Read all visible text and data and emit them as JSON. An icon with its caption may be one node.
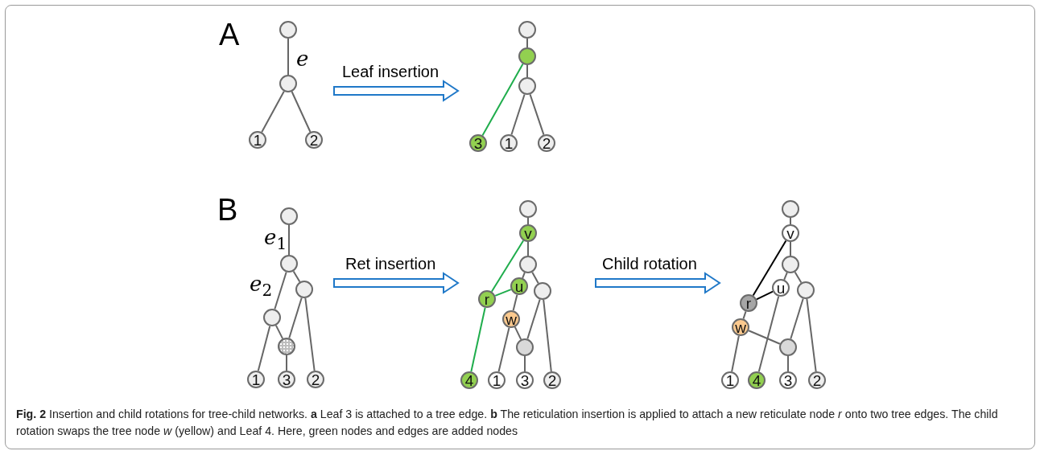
{
  "diagram": {
    "caption": "**Fig. 2** Insertion and child rotations for tree-child networks. **a** Leaf 3 is attached to a tree edge. **b** The reticulation insertion is applied to attach a new reticulate node *r* onto two tree edges. The child rotation swaps the tree node *w* (yellow) and Leaf 4. Here, green nodes and edges are added nodes",
    "nodes": [
      {
        "text": [],
        "shape": "circle"
      },
      {
        "text": [],
        "shape": "circle"
      },
      {
        "text": [
          "1"
        ]
      },
      {
        "text": [
          "2"
        ]
      },
      {
        "text": [],
        "shape": "circle"
      },
      {
        "text": [],
        "shape": "circle"
      },
      {
        "text": [],
        "shape": "circle"
      },
      {
        "text": [
          "3"
        ]
      },
      {
        "text": [
          "1"
        ]
      },
      {
        "text": [
          "2"
        ]
      },
      {
        "text": [],
        "shape": "circle"
      },
      {
        "text": [],
        "shape": "circle"
      },
      {
        "text": [],
        "shape": "circle"
      },
      {
        "text": [],
        "shape": "circle"
      },
      {
        "text": [],
        "shape": "circle"
      },
      {
        "text": [
          "1"
        ]
      },
      {
        "text": [
          "3"
        ]
      },
      {
        "text": [
          "2"
        ]
      },
      {
        "text": [],
        "shape": "circle"
      },
      {
        "text": [
          "v"
        ]
      },
      {
        "text": [],
        "shape": "circle"
      },
      {
        "text": [
          "u"
        ]
      },
      {
        "text": [],
        "shape": "circle"
      },
      {
        "text": [
          "r"
        ]
      },
      {
        "text": [
          "w"
        ]
      },
      {
        "text": [],
        "shape": "circle"
      },
      {
        "text": [
          "4"
        ]
      },
      {
        "text": [
          "1"
        ]
      },
      {
        "text": [
          "3"
        ]
      },
      {
        "text": [
          "2"
        ]
      },
      {
        "text": [],
        "shape": "circle"
      },
      {
        "text": [
          "v"
        ]
      },
      {
        "text": [],
        "shape": "circle"
      },
      {
        "text": [
          "u"
        ]
      },
      {
        "text": [],
        "shape": "circle"
      },
      {
        "text": [
          "r"
        ]
      },
      {
        "text": [
          "w"
        ]
      },
      {
        "text": [],
        "shape": "circle"
      },
      {
        "text": [
          "1"
        ]
      },
      {
        "text": [
          "4"
        ]
      },
      {
        "text": [
          "3"
        ]
      },
      {
        "text": [
          "2"
        ]
      }
    ],
    "edges": [
      {
        "from": 0,
        "to": 1,
        "arrow": "none",
        "label": "e"
      },
      {
        "from": 1,
        "to": 2,
        "arrow": "none"
      },
      {
        "from": 1,
        "to": 3,
        "arrow": "none"
      },
      {
        "from": 4,
        "to": 5,
        "arrow": "none"
      },
      {
        "from": 5,
        "to": 6,
        "arrow": "none"
      },
      {
        "from": 6,
        "to": 8,
        "arrow": "none"
      },
      {
        "from": 6,
        "to": 9,
        "arrow": "none"
      },
      {
        "from": 5,
        "to": 7,
        "arrow": "none",
        "color": "#1fad4c"
      },
      {
        "from": 10,
        "to": 11,
        "arrow": "none",
        "label": "e$_{1}$"
      },
      {
        "from": 11,
        "to": 13,
        "arrow": "none",
        "label": "e$_{2}$"
      },
      {
        "from": 11,
        "to": 12,
        "arrow": "none"
      },
      {
        "from": 13,
        "to": 15,
        "arrow": "none"
      },
      {
        "from": 13,
        "to": 14,
        "arrow": "none"
      },
      {
        "from": 12,
        "to": 14,
        "arrow": "none"
      },
      {
        "from": 14,
        "to": 16,
        "arrow": "none"
      },
      {
        "from": 12,
        "to": 17,
        "arrow": "none"
      },
      {
        "from": 18,
        "to": 19,
        "arrow": "none"
      },
      {
        "from": 19,
        "to": 20,
        "arrow": "none"
      },
      {
        "from": 20,
        "to": 21,
        "arrow": "none"
      },
      {
        "from": 20,
        "to": 22,
        "arrow": "none"
      },
      {
        "from": 19,
        "to": 23,
        "arrow": "none",
        "color": "#1fad4c"
      },
      {
        "from": 21,
        "to": 23,
        "arrow": "none",
        "color": "#1fad4c"
      },
      {
        "from": 23,
        "to": 26,
        "arrow": "none",
        "color": "#1fad4c"
      },
      {
        "from": 21,
        "to": 24,
        "arrow": "none"
      },
      {
        "from": 24,
        "to": 27,
        "arrow": "none"
      },
      {
        "from": 24,
        "to": 25,
        "arrow": "none"
      },
      {
        "from": 22,
        "to": 25,
        "arrow": "none"
      },
      {
        "from": 25,
        "to": 28,
        "arrow": "none"
      },
      {
        "from": 22,
        "to": 29,
        "arrow": "none"
      },
      {
        "from": 30,
        "to": 31,
        "arrow": "none"
      },
      {
        "from": 31,
        "to": 32,
        "arrow": "none"
      },
      {
        "from": 32,
        "to": 33,
        "arrow": "none"
      },
      {
        "from": 32,
        "to": 34,
        "arrow": "none"
      },
      {
        "from": 31,
        "to": 35,
        "arrow": "none",
        "color": "#000000"
      },
      {
        "from": 33,
        "to": 35,
        "arrow": "none",
        "color": "#000000"
      },
      {
        "from": 35,
        "to": 36,
        "arrow": "none"
      },
      {
        "from": 36,
        "to": 38,
        "arrow": "none"
      },
      {
        "from": 36,
        "to": 37,
        "arrow": "none"
      },
      {
        "from": 34,
        "to": 37,
        "arrow": "none"
      },
      {
        "from": 37,
        "to": 40,
        "arrow": "none"
      },
      {
        "from": 34,
        "to": 41,
        "arrow": "none"
      },
      {
        "from": 33,
        "to": 39,
        "arrow": "none"
      }
    ],
    "labels": [
      "A",
      "Leaf insertion",
      "B",
      "Ret insertion",
      "Child rotation"
    ]
  }
}
